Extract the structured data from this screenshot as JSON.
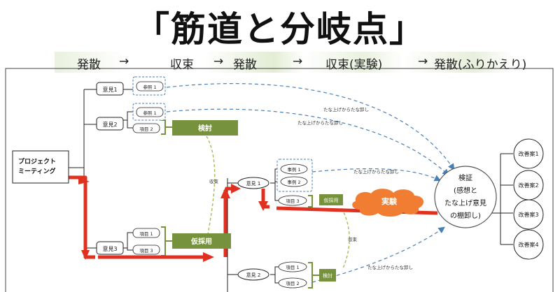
{
  "title": "「筋道と分岐点」",
  "phases": [
    "発散",
    "収束",
    "発散",
    "収束(実験)",
    "発散(ふりかえり)"
  ],
  "phase_arrow": "→",
  "nodes": {
    "meeting": "プロジェクト\nミーティング",
    "opinion1": "意見1",
    "opinion2": "意見2",
    "opinion3": "意見3",
    "reference1": "参照 1",
    "reference2": "参照 1",
    "item2": "項目 2",
    "item1": "項目 1",
    "item3": "項目 3",
    "discuss1": "検討",
    "adopt1": "仮採用",
    "midOpinion": "意見 1",
    "midRef1": "事例 1",
    "midRef2": "事例 2",
    "midItem3": "項目 3",
    "midAdopt": "仮採用",
    "experiment": "実験",
    "lowOpinion": "意見 2",
    "lowItem1": "項目 1",
    "lowItem2": "項目 2",
    "discuss2": "検討",
    "verify": "検証\n(感想と\nたな上げ意見\nの棚卸し)",
    "improve": [
      "改善案1",
      "改善案2",
      "改善案3",
      "改善案4"
    ]
  },
  "labels": {
    "shelve1": "たな上げからたな卸し",
    "shelve2": "たな上げからたな卸し",
    "shelve3": "たな上げからたな卸し",
    "shelve4": "たな上げからたな卸し",
    "converge1": "収束",
    "converge2": "収束"
  },
  "colors": {
    "green": "#76923c",
    "red": "#e03020",
    "blue": "#4a7fb5",
    "orange": "#f07d32"
  }
}
